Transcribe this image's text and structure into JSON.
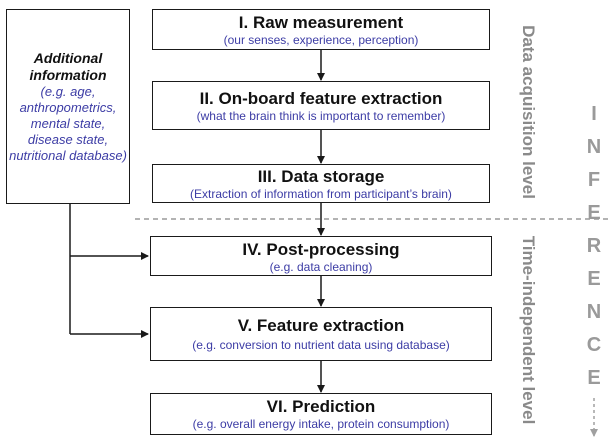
{
  "side_box": {
    "title": "Additional information",
    "subtitle": "(e.g. age, anthropometrics, mental state, disease state, nutritional database)"
  },
  "steps": [
    {
      "title": "I. Raw measurement",
      "subtitle": "(our senses, experience, perception)"
    },
    {
      "title": "II. On-board feature extraction",
      "subtitle": "(what the brain think is important to remember)"
    },
    {
      "title": "III. Data storage",
      "subtitle": "(Extraction of information from participant’s brain)"
    },
    {
      "title": "IV. Post-processing",
      "subtitle": "(e.g. data cleaning)"
    },
    {
      "title": "V. Feature extraction",
      "subtitle": "(e.g. conversion to nutrient data using database)"
    },
    {
      "title": "VI. Prediction",
      "subtitle": "(e.g. overall energy intake, protein consumption)"
    }
  ],
  "levels": {
    "upper": "Data acquisition level",
    "lower": "Time-independent level"
  },
  "inference_letters": [
    "I",
    "N",
    "F",
    "E",
    "R",
    "E",
    "N",
    "C",
    "E"
  ],
  "colors": {
    "title": "#111111",
    "subtitle": "#3c3ca5",
    "label": "#8a8a8a"
  }
}
